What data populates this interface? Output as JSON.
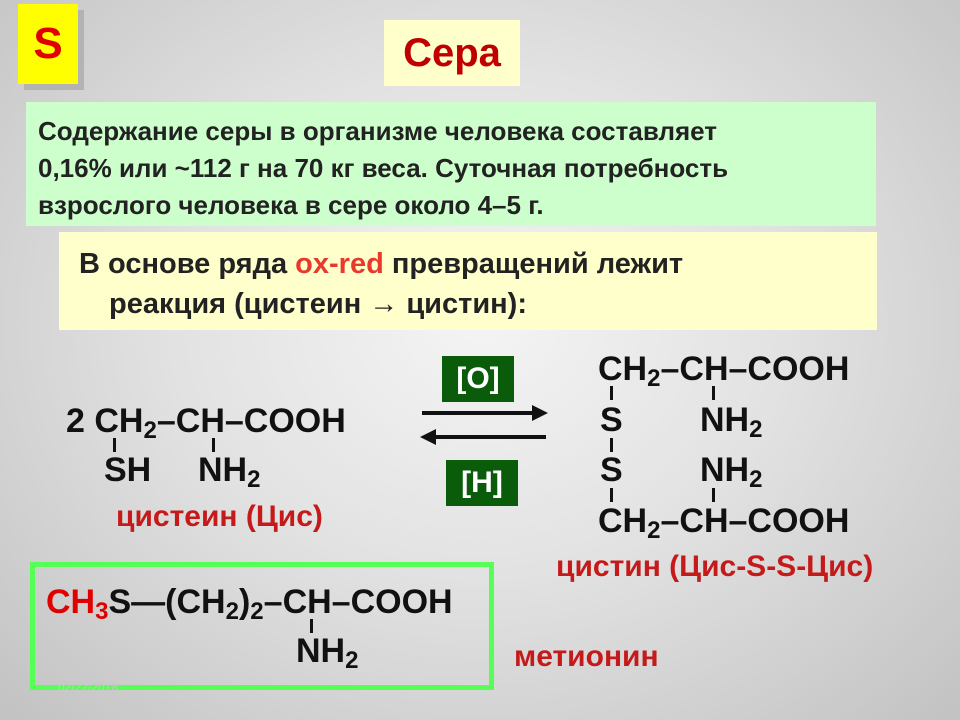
{
  "badge": "S",
  "title": "Сера",
  "info": {
    "line1": "Содержание серы в организме человека составляет",
    "line2": "0,16% или ~112 г на 70 кг веса. Суточная потребность",
    "line3": "взрослого человека в сере около 4–5 г."
  },
  "basis": {
    "prefix": "В основе ряда ",
    "highlight": "ox-red",
    "suffix": " превращений лежит",
    "line2_start": "реакция (цистеин ",
    "arrow": "→",
    "line2_end": " цистин):"
  },
  "cysteine": {
    "coef": "2",
    "ch": "CH",
    "sub2": "2",
    "dash": "–",
    "rest": "CH–COOH",
    "sh": "SH",
    "nh": "NH",
    "caption": "цистеин (Цис)"
  },
  "conditions": {
    "oxidize": "[O]",
    "reduce": "[H]"
  },
  "cystine": {
    "ch": "CH",
    "sub2": "2",
    "dash": "–",
    "rest": "CH–COOH",
    "s": "S",
    "nh": "NH",
    "caption": "цистин (Цис-S-S-Цис)"
  },
  "methionine": {
    "ch3": "CH",
    "sub3": "3",
    "s": "S",
    "bond": "—",
    "group_open": "(CH",
    "sub2": "2",
    "group_close": ")",
    "group_sub": "2",
    "dash": "–",
    "rest": "CH–COOH",
    "nh": "NH",
    "caption": "метионин"
  },
  "colors": {
    "badge_bg": "#ffff00",
    "accent_red": "#e00000",
    "info_bg": "#ccffcc",
    "note_bg": "#ffffcc",
    "condition_bg": "#0a5c0a",
    "frame": "#55ff55"
  },
  "date": "02/22/2018"
}
